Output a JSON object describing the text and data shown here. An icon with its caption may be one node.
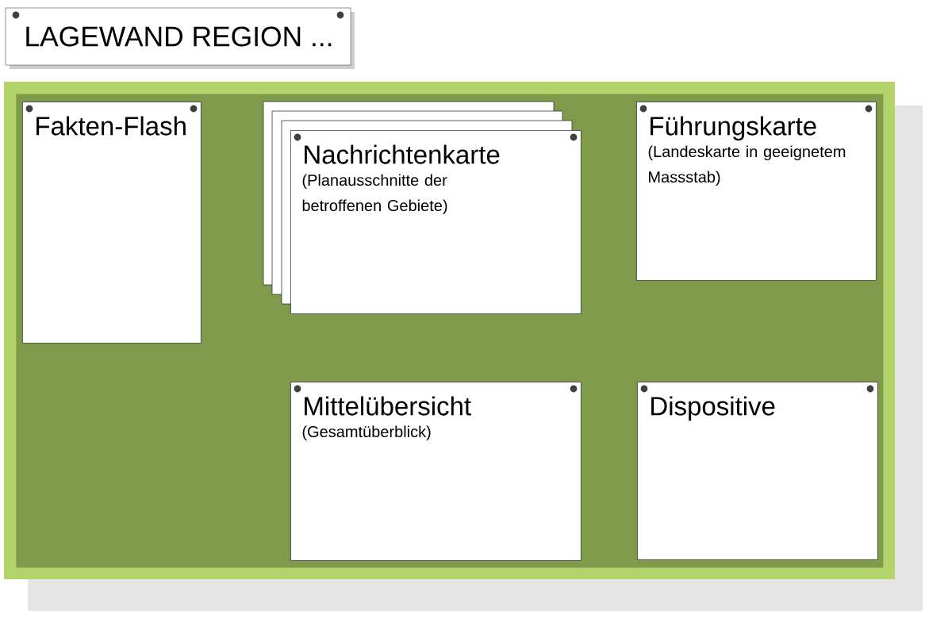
{
  "diagram": {
    "title": "LAGEWAND REGION ...",
    "nodes": [
      {
        "text": [],
        "shape": "box"
      },
      {
        "text": [
          "Fakten-Flash"
        ],
        "in": 0
      },
      {
        "text": [
          "Nachrichtenkarte",
          "(Planausschnitte der betroffenen Gebiete)"
        ],
        "in": 0
      },
      {
        "text": [
          "Führungskarte",
          "(Landeskarte in geeignetem Massstab)"
        ],
        "in": 0
      },
      {
        "text": [
          "Mittelübersicht",
          "(Gesamtüberblick)"
        ],
        "in": 0
      },
      {
        "text": [
          "Dispositive"
        ],
        "in": 0
      }
    ]
  }
}
